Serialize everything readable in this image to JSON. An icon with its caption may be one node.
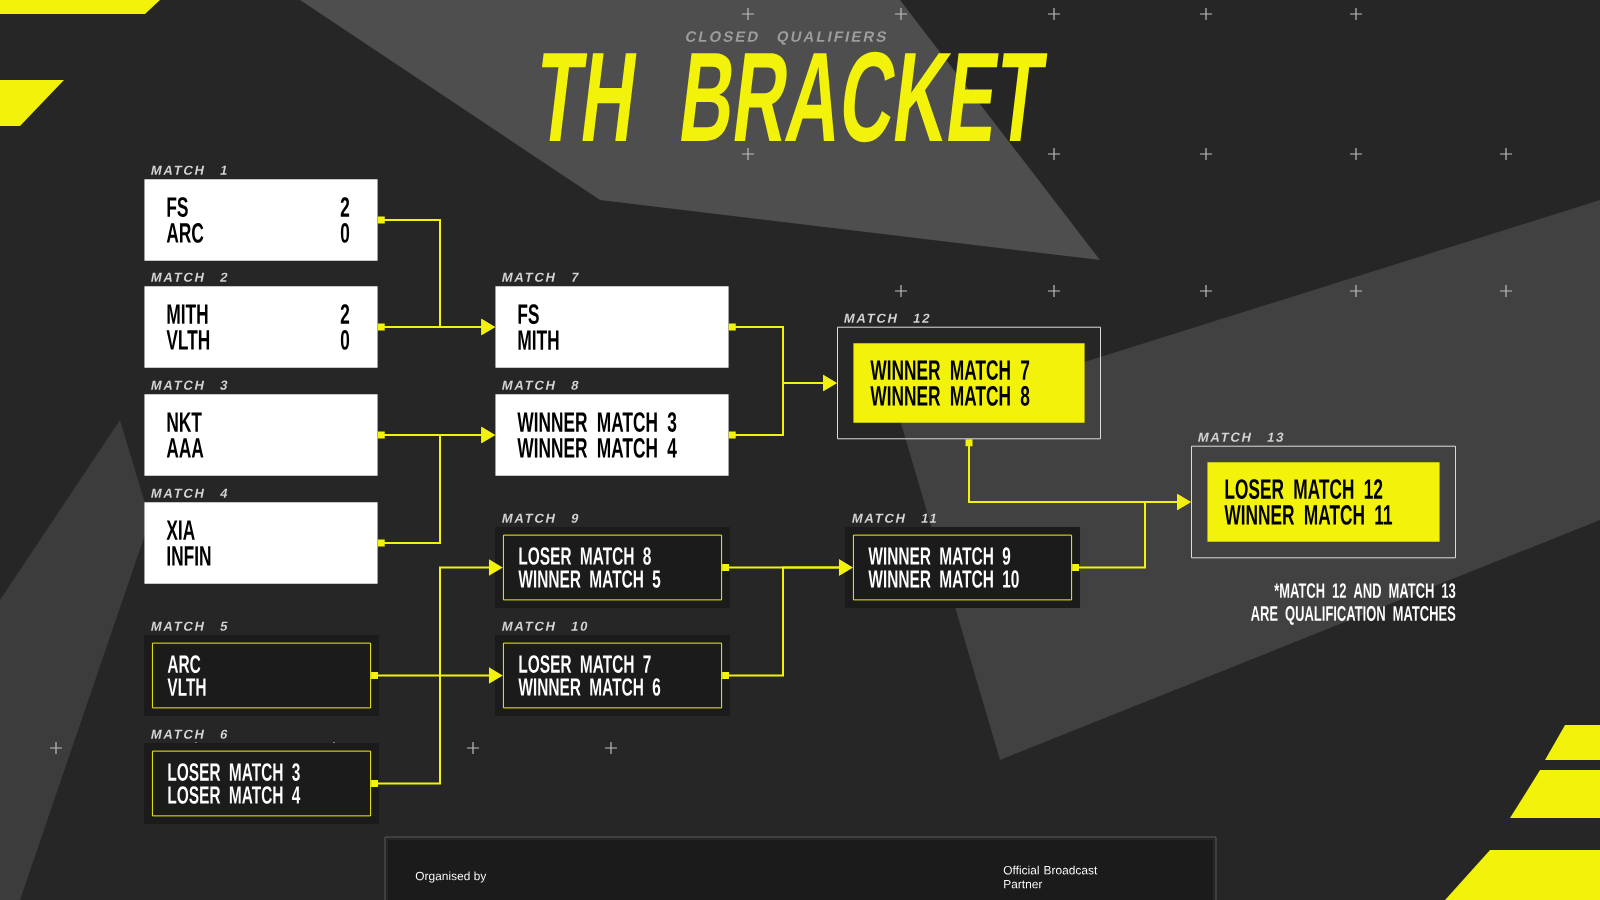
{
  "diagram": {
    "title": "TH BRACKET",
    "nodes": [
      {
        "text": [
          "MATCH 1",
          "FS",
          "ARC",
          "2",
          "0"
        ]
      },
      {
        "text": [
          "MATCH 2",
          "MITH",
          "VLTH",
          "2",
          "0"
        ]
      },
      {
        "text": [
          "MATCH 3",
          "NKT",
          "AAA"
        ]
      },
      {
        "text": [
          "MATCH 4",
          "XIA",
          "INFIN"
        ]
      },
      {
        "text": [
          "MATCH 5",
          "ARC",
          "VLTH"
        ]
      },
      {
        "text": [
          "MATCH 6",
          "LOSER MATCH 3",
          "LOSER MATCH 4"
        ]
      },
      {
        "text": [
          "MATCH 7",
          "FS",
          "MITH"
        ]
      },
      {
        "text": [
          "MATCH 8",
          "WINNER MATCH 3",
          "WINNER MATCH 4"
        ]
      },
      {
        "text": [
          "MATCH 9",
          "LOSER MATCH 8",
          "WINNER MATCH 5"
        ]
      },
      {
        "text": [
          "MATCH 10",
          "LOSER MATCH 7",
          "WINNER MATCH 6"
        ]
      },
      {
        "text": [
          "MATCH 12",
          "WINNER MATCH 7",
          "WINNER MATCH 8"
        ]
      },
      {
        "text": [
          "MATCH 11",
          "WINNER MATCH 9",
          "WINNER MATCH 10"
        ]
      },
      {
        "text": [
          "MATCH 13",
          "LOSER MATCH 12",
          "WINNER MATCH 11"
        ]
      }
    ],
    "edges": [
      {
        "from": 0,
        "to": 6,
        "arrow": "to"
      },
      {
        "from": 1,
        "to": 6,
        "arrow": "to"
      },
      {
        "from": 2,
        "to": 7,
        "arrow": "to"
      },
      {
        "from": 3,
        "to": 7,
        "arrow": "to"
      },
      {
        "from": 4,
        "to": 8,
        "arrow": "to"
      },
      {
        "from": 5,
        "to": 9,
        "arrow": "to"
      },
      {
        "from": 6,
        "to": 10,
        "arrow": "to"
      },
      {
        "from": 7,
        "to": 10,
        "arrow": "to"
      },
      {
        "from": 8,
        "to": 11,
        "arrow": "to"
      },
      {
        "from": 9,
        "to": 11,
        "arrow": "to"
      },
      {
        "from": 10,
        "to": 12,
        "arrow": "to"
      },
      {
        "from": 11,
        "to": 12,
        "arrow": "to"
      }
    ],
    "labels": [
      "CLOSED QUALIFIERS",
      "*MATCH 12 AND MATCH 13 ARE QUALIFICATION MATCHES",
      "Organised by",
      "Official Broadcast Partner"
    ]
  }
}
